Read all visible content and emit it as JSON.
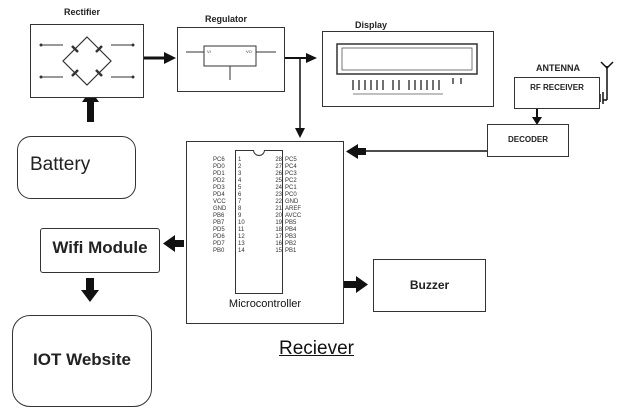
{
  "blocks": {
    "rectifier": "Rectifier",
    "regulator": "Regulator",
    "display": "Display",
    "antenna": "ANTENNA",
    "rf_receiver": "RF RECEIVER",
    "decoder": "DECODER",
    "battery": "Battery",
    "microcontroller": "Microcontroller",
    "wifi_module": "Wifi Module",
    "buzzer": "Buzzer",
    "iot_website": "IOT Website"
  },
  "caption": "Reciever",
  "mcu_pins": {
    "left_names": [
      "PC6",
      "PD0",
      "PD1",
      "PD2",
      "PD3",
      "PD4",
      "VCC",
      "GND",
      "PB6",
      "PB7",
      "PD5",
      "PD6",
      "PD7",
      "PB0"
    ],
    "left_nums": [
      "1",
      "2",
      "3",
      "4",
      "5",
      "6",
      "7",
      "8",
      "9",
      "10",
      "11",
      "12",
      "13",
      "14"
    ],
    "right_nums": [
      "28",
      "27",
      "26",
      "25",
      "24",
      "23",
      "22",
      "21",
      "20",
      "19",
      "18",
      "17",
      "16",
      "15"
    ],
    "right_names": [
      "PC5",
      "PC4",
      "PC3",
      "PC2",
      "PC1",
      "PC0",
      "GND",
      "AREF",
      "AVCC",
      "PB5",
      "PB4",
      "PB3",
      "PB2",
      "PB1"
    ]
  }
}
